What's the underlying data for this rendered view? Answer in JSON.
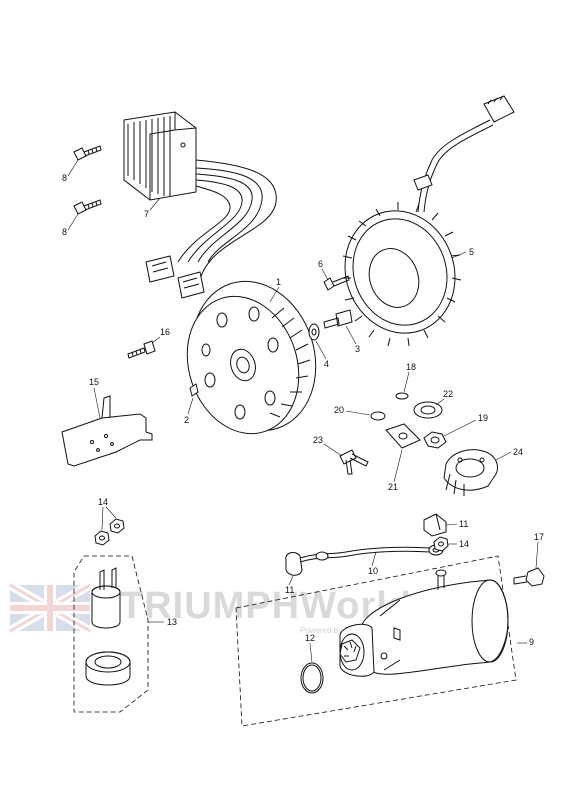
{
  "callouts": {
    "c1": "1",
    "c2": "2",
    "c3": "3",
    "c4": "4",
    "c5": "5",
    "c6": "6",
    "c7": "7",
    "c8a": "8",
    "c8b": "8",
    "c9": "9",
    "c10": "10",
    "c11a": "11",
    "c11b": "11",
    "c12": "12",
    "c13": "13",
    "c14a": "14",
    "c14b": "14",
    "c15": "15",
    "c16": "16",
    "c17": "17",
    "c18": "18",
    "c19": "19",
    "c20": "20",
    "c21": "21",
    "c22": "22",
    "c23": "23",
    "c24": "24"
  },
  "watermark": {
    "brand": "TRIUMPHWorld.de",
    "tagline": "Powered by Bahros Bike Guide"
  },
  "colors": {
    "line": "#111111",
    "watermark": "#d9d9d9",
    "flag_red": "#e9b3b3",
    "flag_blue": "#b9c3da"
  }
}
